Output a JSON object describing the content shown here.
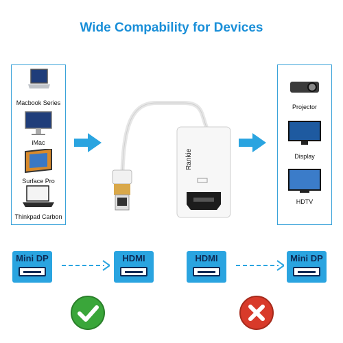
{
  "title": "Wide Compability for Devices",
  "brand": "Rankie",
  "colors": {
    "accent": "#1a8fd8",
    "connector_bg": "#2aa4e0",
    "ok": "#3aa63a",
    "bad": "#d83a2a"
  },
  "left_devices": [
    {
      "label": "Macbook Series",
      "icon": "laptop-icon"
    },
    {
      "label": "iMac",
      "icon": "desktop-icon"
    },
    {
      "label": "Surface Pro",
      "icon": "tablet-icon"
    },
    {
      "label": "Thinkpad Carbon",
      "icon": "laptop-icon"
    }
  ],
  "right_devices": [
    {
      "label": "Projector",
      "icon": "projector-icon"
    },
    {
      "label": "Display",
      "icon": "monitor-icon"
    },
    {
      "label": "HDTV",
      "icon": "tv-icon"
    }
  ],
  "connectors": {
    "left_from": "Mini DP",
    "left_to": "HDMI",
    "right_from": "HDMI",
    "right_to": "Mini DP"
  },
  "status": {
    "left": "check-icon",
    "right": "x-icon"
  }
}
